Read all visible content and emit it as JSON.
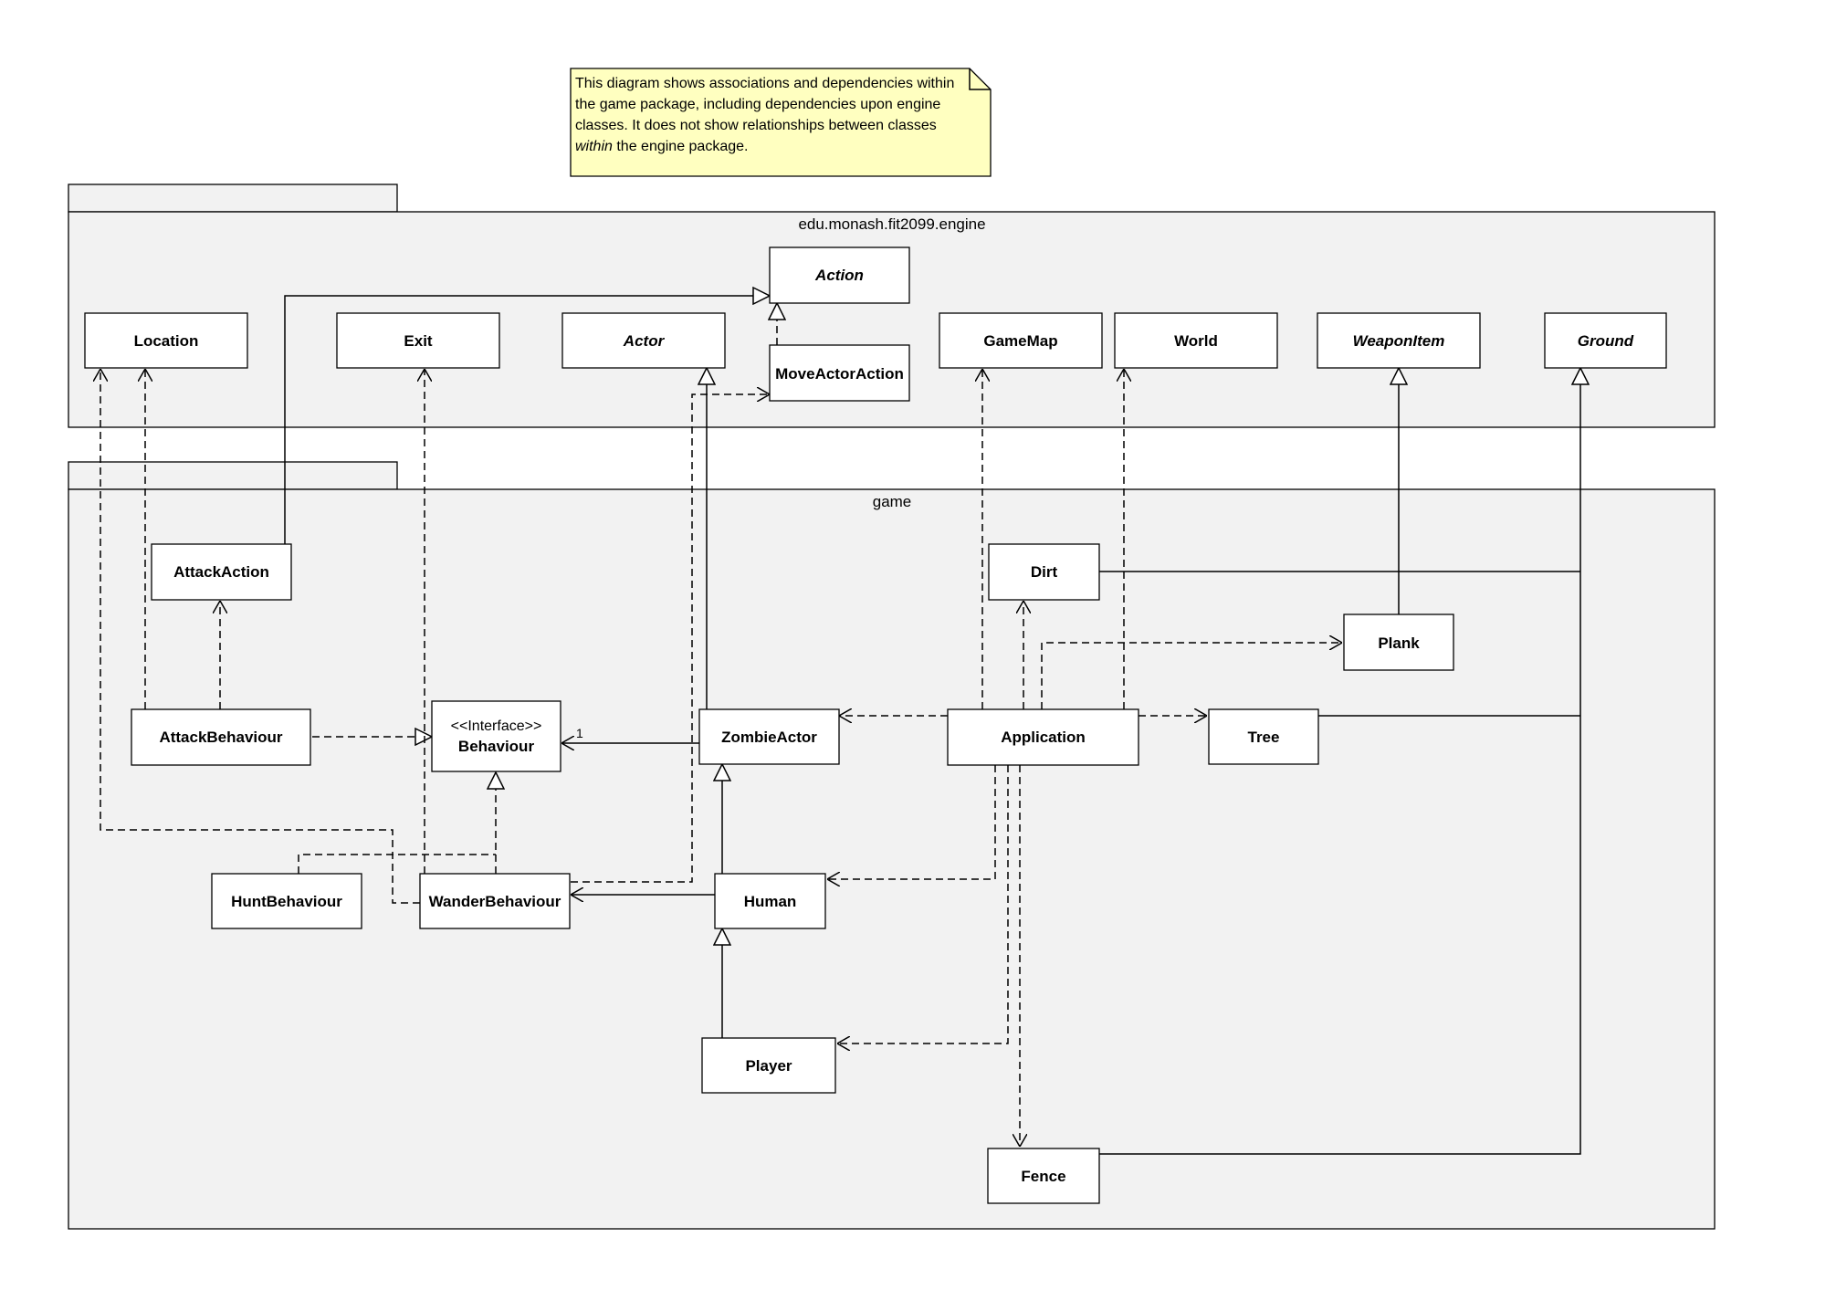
{
  "note": {
    "lines": [
      "This diagram shows associations and dependencies within",
      "the game package, including dependencies upon engine",
      "classes.  It does not show  relationships between classes"
    ],
    "last_line_italic": "within",
    "last_line_rest": " the engine package."
  },
  "packages": {
    "engine": "edu.monash.fit2099.engine",
    "game": "game"
  },
  "classes": {
    "action": "Action",
    "location": "Location",
    "exit": "Exit",
    "actor": "Actor",
    "move_actor_action": "MoveActorAction",
    "game_map": "GameMap",
    "world": "World",
    "weapon_item": "WeaponItem",
    "ground": "Ground",
    "attack_action": "AttackAction",
    "dirt": "Dirt",
    "plank": "Plank",
    "attack_behaviour": "AttackBehaviour",
    "behaviour_stereotype": "<<Interface>>",
    "behaviour": "Behaviour",
    "zombie_actor": "ZombieActor",
    "application": "Application",
    "tree": "Tree",
    "hunt_behaviour": "HuntBehaviour",
    "wander_behaviour": "WanderBehaviour",
    "human": "Human",
    "player": "Player",
    "fence": "Fence"
  },
  "multiplicity": "1"
}
